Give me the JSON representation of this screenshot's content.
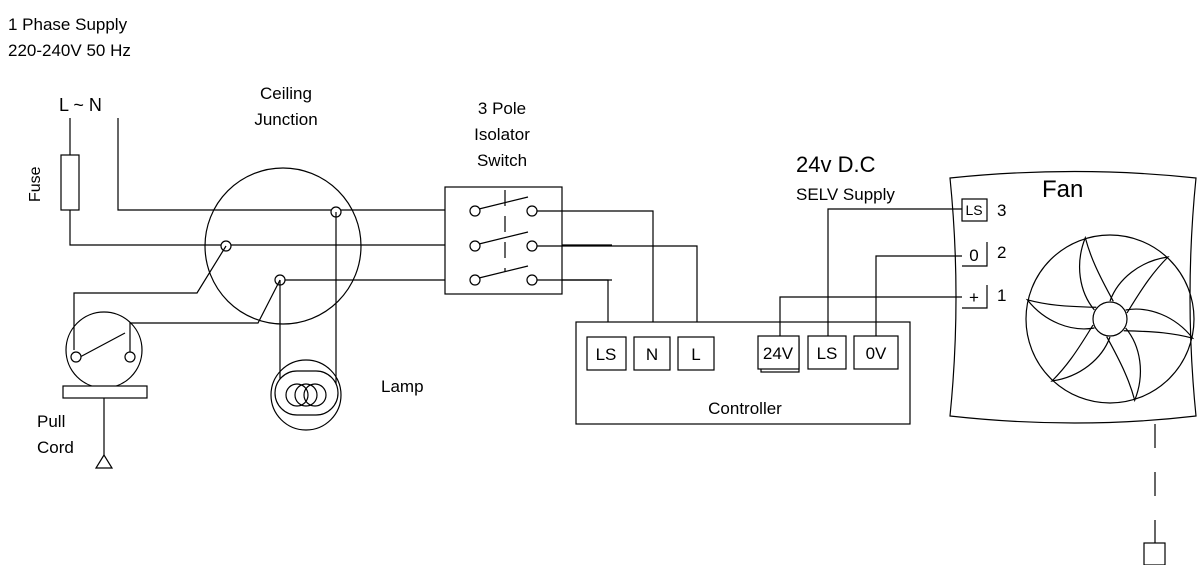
{
  "supply": {
    "line1": "1 Phase Supply",
    "line2": "220-240V 50 Hz",
    "terminals": "L ~ N"
  },
  "fuse": {
    "label": "Fuse"
  },
  "ceiling_junction": {
    "line1": "Ceiling",
    "line2": "Junction"
  },
  "isolator": {
    "line1": "3 Pole",
    "line2": "Isolator",
    "line3": "Switch"
  },
  "lamp": {
    "label": "Lamp"
  },
  "pull_cord": {
    "line1": "Pull",
    "line2": "Cord"
  },
  "controller": {
    "label": "Controller",
    "terminals": [
      "LS",
      "N",
      "L",
      "24V",
      "LS",
      "0V"
    ]
  },
  "selv": {
    "line1": "24v D.C",
    "line2": "SELV Supply"
  },
  "fan": {
    "label": "Fan",
    "terminals": [
      {
        "symbol": "LS",
        "number": "3"
      },
      {
        "symbol": "0",
        "number": "2"
      },
      {
        "symbol": "+",
        "number": "1"
      }
    ]
  }
}
